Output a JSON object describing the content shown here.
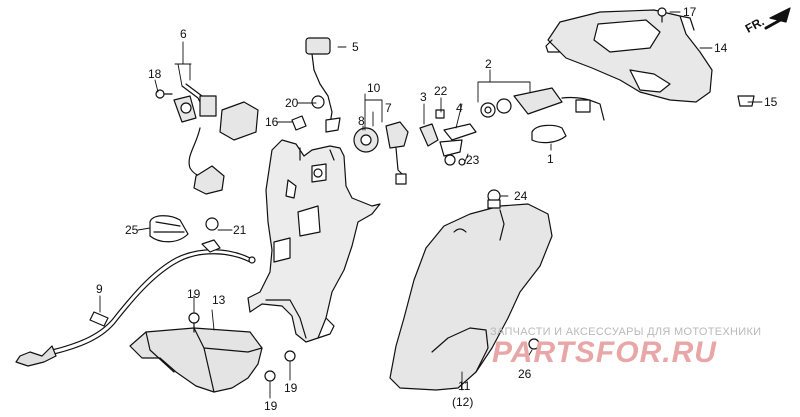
{
  "callouts": [
    {
      "id": "p1",
      "text": "1"
    },
    {
      "id": "p2",
      "text": "2"
    },
    {
      "id": "p3",
      "text": "3"
    },
    {
      "id": "p4",
      "text": "4"
    },
    {
      "id": "p5",
      "text": "5"
    },
    {
      "id": "p6",
      "text": "6"
    },
    {
      "id": "p7",
      "text": "7"
    },
    {
      "id": "p8",
      "text": "8"
    },
    {
      "id": "p9",
      "text": "9"
    },
    {
      "id": "p10",
      "text": "10"
    },
    {
      "id": "p11",
      "text": "11"
    },
    {
      "id": "p11b",
      "text": "(12)"
    },
    {
      "id": "p13",
      "text": "13"
    },
    {
      "id": "p14",
      "text": "14"
    },
    {
      "id": "p15",
      "text": "15"
    },
    {
      "id": "p16",
      "text": "16"
    },
    {
      "id": "p17",
      "text": "17"
    },
    {
      "id": "p18",
      "text": "18"
    },
    {
      "id": "p19a",
      "text": "19"
    },
    {
      "id": "p19b",
      "text": "19"
    },
    {
      "id": "p19c",
      "text": "19"
    },
    {
      "id": "p20",
      "text": "20"
    },
    {
      "id": "p21",
      "text": "21"
    },
    {
      "id": "p22",
      "text": "22"
    },
    {
      "id": "p23",
      "text": "23"
    },
    {
      "id": "p24",
      "text": "24"
    },
    {
      "id": "p25",
      "text": "25"
    },
    {
      "id": "p26",
      "text": "26"
    }
  ],
  "direction_label": "FR.",
  "watermark": {
    "caption": "ЗАПЧАСТИ И АКСЕССУАРЫ ДЛЯ МОТОТЕХНИКИ",
    "logo": "PARTSFOR.RU"
  }
}
